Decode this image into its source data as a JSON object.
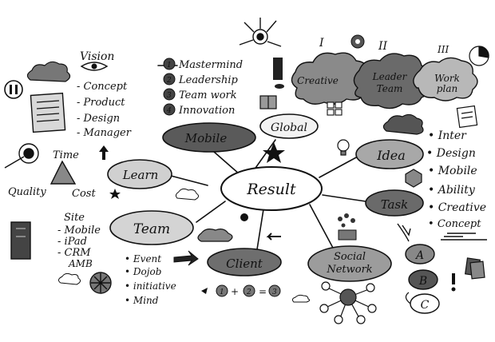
{
  "center": "Result",
  "nodes": {
    "mobile": "Mobile",
    "global": "Global",
    "learn": "Learn",
    "idea": "Idea",
    "task": "Task",
    "team": "Team",
    "client": "Client",
    "social": "Social Network"
  },
  "vision": {
    "title": "Vision",
    "items": [
      "Concept",
      "Product",
      "Design",
      "Manager"
    ]
  },
  "mastermind_list": [
    "Mastermind",
    "Leadership",
    "Team work",
    "Innovation"
  ],
  "clouds": {
    "numerals": [
      "I",
      "II",
      "III"
    ],
    "labels": [
      "Creative",
      "Leader Team",
      "Work plan"
    ]
  },
  "triangle": {
    "time": "Time",
    "quality": "Quality",
    "cost": "Cost"
  },
  "site_list": [
    "Site",
    "Mobile",
    "iPad",
    "CRM",
    "AMB"
  ],
  "event_list": [
    "Event",
    "Dojob",
    "initiative",
    "Mind"
  ],
  "formula": [
    "1",
    "+",
    "2",
    "=",
    "3"
  ],
  "idea_list": [
    "Inter",
    "Design",
    "Mobile",
    "Ability",
    "Creative",
    "Concept"
  ],
  "abc": [
    "A",
    "B",
    "C"
  ]
}
